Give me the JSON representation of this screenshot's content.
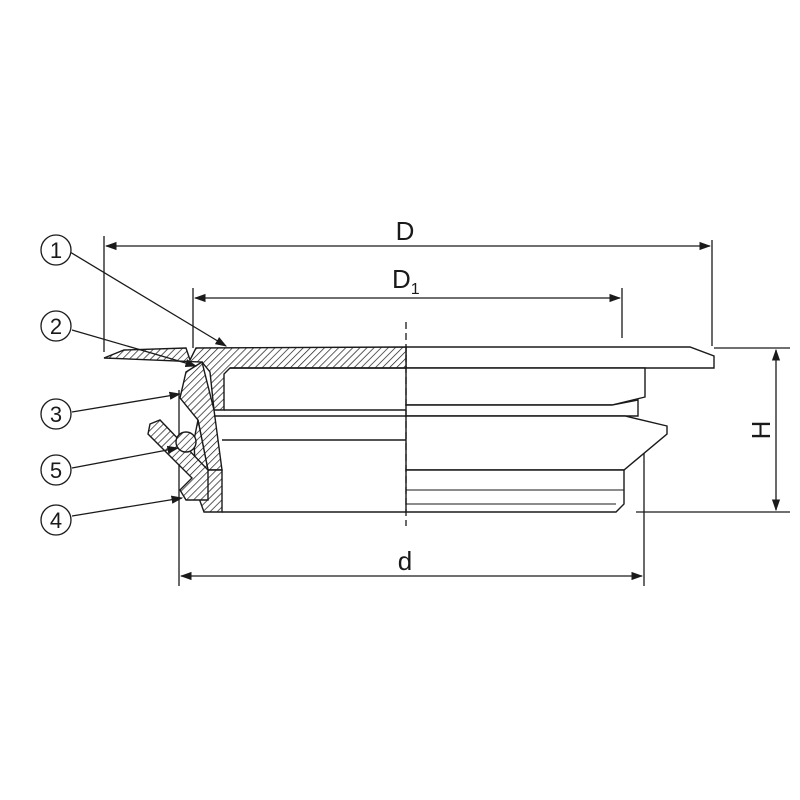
{
  "dimensions": {
    "D": "D",
    "D1_base": "D",
    "D1_sub": "1",
    "d": "d",
    "H": "H"
  },
  "callouts": [
    "1",
    "2",
    "3",
    "4",
    "5"
  ]
}
